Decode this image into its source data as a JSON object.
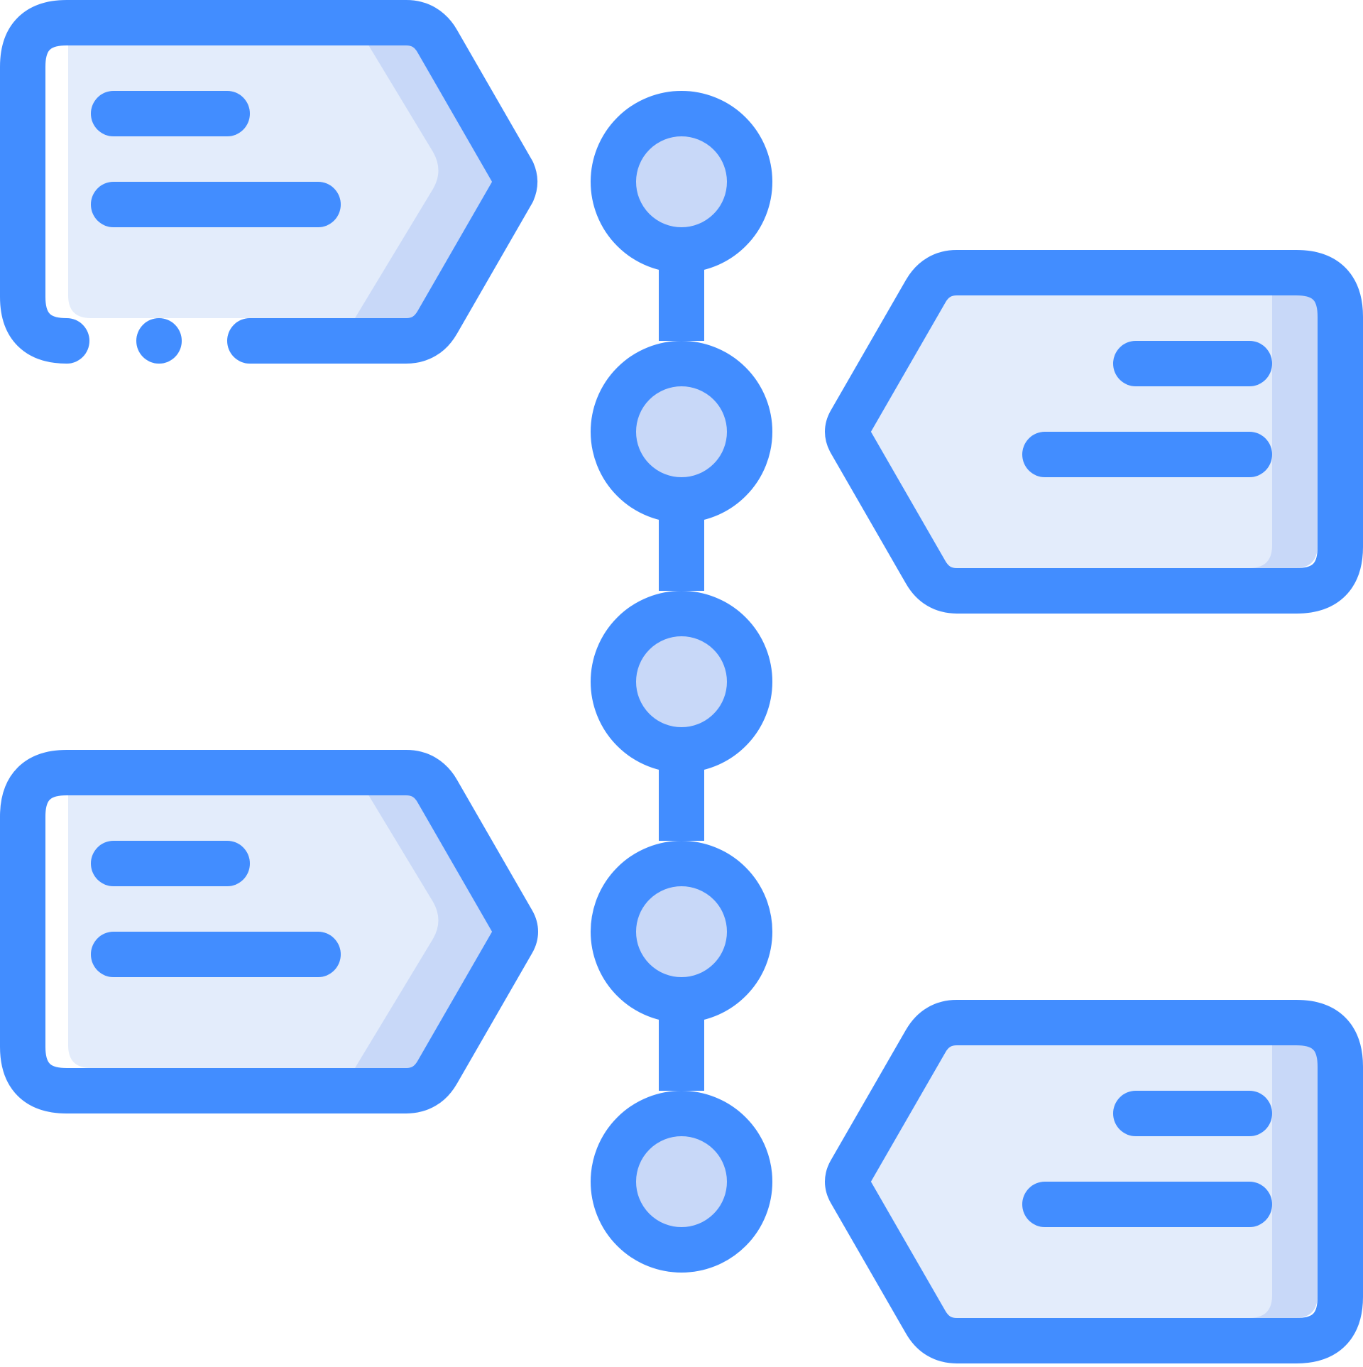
{
  "icon": {
    "name": "timeline-icon",
    "colors": {
      "stroke": "#428DFF",
      "card_fill": "#E3ECFB",
      "card_shade": "#C8D8F8",
      "node_fill": "#C8D8F8",
      "background": "#FFFFFF"
    },
    "timeline": {
      "node_count": 5
    },
    "cards": [
      {
        "side": "left",
        "lines": 2
      },
      {
        "side": "right",
        "lines": 2
      },
      {
        "side": "left",
        "lines": 2
      },
      {
        "side": "right",
        "lines": 2
      }
    ]
  }
}
